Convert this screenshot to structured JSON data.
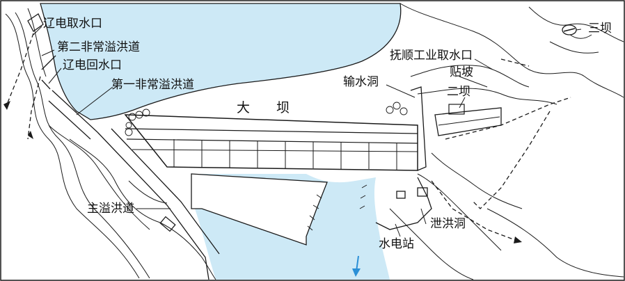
{
  "labels": {
    "liaodian_intake": "辽电取水口",
    "second_emergency_spillway": "第二非常溢洪道",
    "liaodian_return": "辽电回水口",
    "first_emergency_spillway": "第一非常溢洪道",
    "main_dam": "大坝",
    "water_tunnel": "输水洞",
    "fushun_industrial_intake": "抚顺工业取水口",
    "tiepo": "贴坡",
    "second_dam": "二坝",
    "third_dam": "三坝",
    "main_spillway": "主溢洪道",
    "flood_tunnel": "泄洪洞",
    "hydropower_station": "水电站"
  },
  "colors": {
    "water": "#cde9f6",
    "line": "#1a1a1a",
    "flow_arrow": "#2a8fd6"
  },
  "icons": {
    "flow": "down-arrow-icon"
  }
}
